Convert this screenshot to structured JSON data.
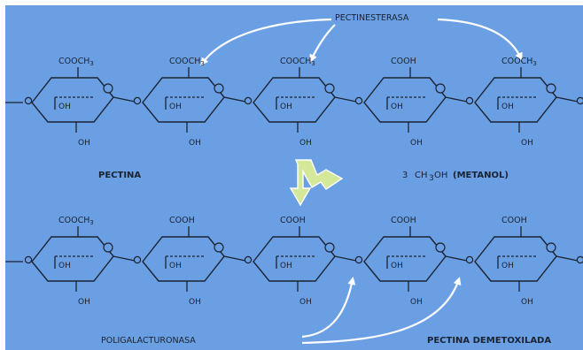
{
  "labels": {
    "enzyme_top": "PECTINESTERASA",
    "substrate": "PECTINA",
    "product_methanol_count": "3",
    "product_methanol_formula": "CH",
    "product_methanol_sub": "3",
    "product_methanol_tail": "OH",
    "product_methanol_name": "(METANOL)",
    "enzyme_bottom": "POLIGALACTURONASA",
    "product_bottom": "PECTINA DEMETOXILADA"
  },
  "chains": {
    "top": {
      "groups": [
        "COOCH3",
        "COOCH3",
        "COOCH3",
        "COOH",
        "COOCH3"
      ]
    },
    "bottom": {
      "groups": [
        "COOCH3",
        "COOH",
        "COOH",
        "COOH",
        "COOH"
      ]
    }
  },
  "ring_text": {
    "hydroxyl": "OH",
    "ring_oxygen": "O"
  },
  "colors": {
    "background": "#6b9fe3",
    "lines": "#1a2333",
    "enzyme_arrows": "#ffffff",
    "reaction_arrow": "#d4e89a"
  }
}
